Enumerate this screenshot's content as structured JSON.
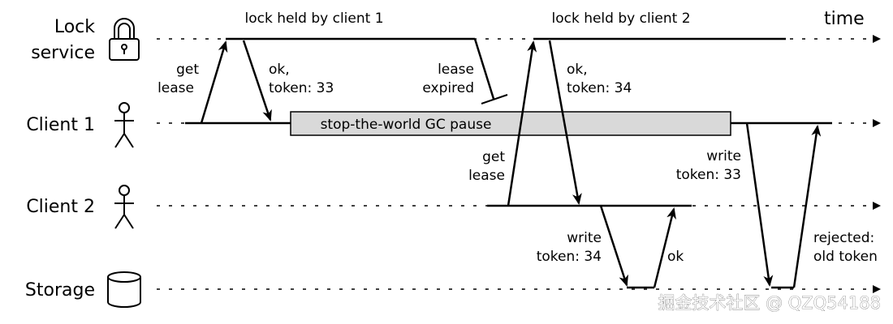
{
  "participants": {
    "lock_service_line1": "Lock",
    "lock_service_line2": "service",
    "client1": "Client 1",
    "client2": "Client 2",
    "storage": "Storage"
  },
  "axis": {
    "time": "time"
  },
  "lock_held": {
    "client1": "lock held by client 1",
    "client2": "lock held by client 2"
  },
  "messages": {
    "c1_get_lease": [
      "get",
      "lease"
    ],
    "c1_ok_token": [
      "ok,",
      "token: 33"
    ],
    "lease_expired": [
      "lease",
      "expired"
    ],
    "c2_get_lease": [
      "get",
      "lease"
    ],
    "c2_ok_token": [
      "ok,",
      "token: 34"
    ],
    "c2_write": [
      "write",
      "token: 34"
    ],
    "storage_ok": "ok",
    "c1_write": [
      "write",
      "token: 33"
    ],
    "rejected": [
      "rejected:",
      "old token"
    ]
  },
  "gc_pause": "stop-the-world GC pause",
  "watermark": "掘金技术社区 @ QZQ54188",
  "icons": {
    "lock": "padlock-icon",
    "client1": "stick-figure-icon",
    "client2": "stick-figure-icon",
    "storage": "database-cylinder-icon"
  },
  "colors": {
    "line": "#000000",
    "gc_fill": "#d9d9d9"
  }
}
